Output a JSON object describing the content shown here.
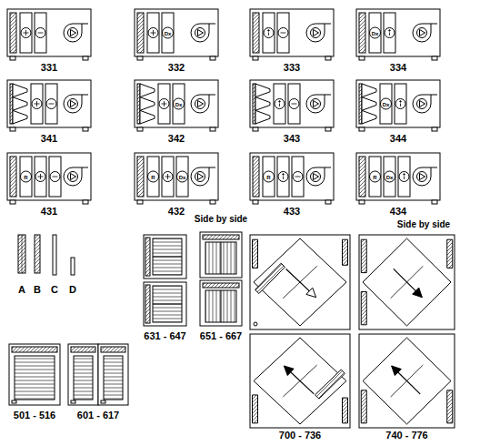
{
  "diagram": {
    "nodes": [
      {
        "text": [
          "331"
        ]
      },
      {
        "text": [
          "332"
        ]
      },
      {
        "text": [
          "333"
        ]
      },
      {
        "text": [
          "334"
        ]
      },
      {
        "text": [
          "341"
        ]
      },
      {
        "text": [
          "342"
        ]
      },
      {
        "text": [
          "343"
        ]
      },
      {
        "text": [
          "344"
        ]
      },
      {
        "text": [
          "431"
        ]
      },
      {
        "text": [
          "432"
        ]
      },
      {
        "text": [
          "433"
        ]
      },
      {
        "text": [
          "434"
        ]
      },
      {
        "text": [
          "A"
        ]
      },
      {
        "text": [
          "B"
        ]
      },
      {
        "text": [
          "C"
        ]
      },
      {
        "text": [
          "D"
        ]
      },
      {
        "text": [
          "631 - 647"
        ]
      },
      {
        "text": [
          "651 - 667"
        ]
      },
      {
        "text": [
          "501 - 516"
        ]
      },
      {
        "text": [
          "601 - 617"
        ]
      },
      {
        "text": [
          "700 - 736"
        ]
      },
      {
        "text": [
          "740 - 776"
        ]
      }
    ],
    "labels": [
      "Dx",
      "Dx",
      "Dx",
      "Dx",
      "R",
      "R",
      "Dx",
      "R",
      "R",
      "Dx",
      "Side by side",
      "Side by side"
    ]
  }
}
